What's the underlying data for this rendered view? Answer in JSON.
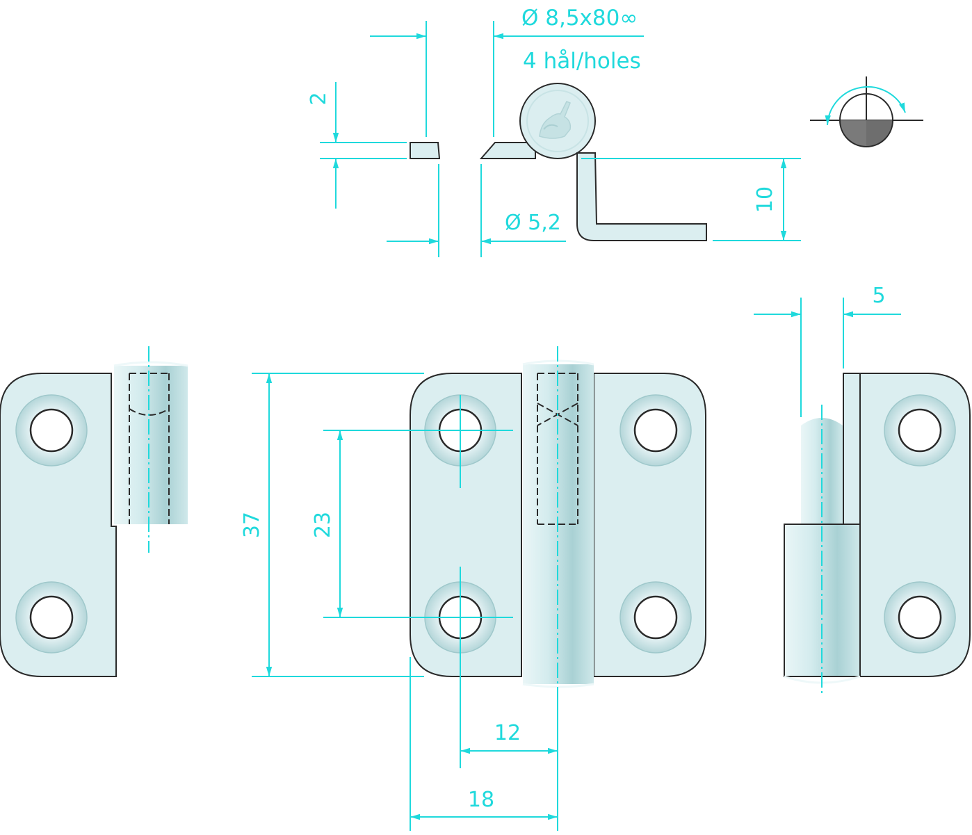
{
  "colors": {
    "dimension": "#1fd9dc",
    "outline": "#2a2a2a",
    "part_fill": "#dbeef0",
    "part_shade": "#b9d9dc",
    "marker_fill": "#6e6e6e"
  },
  "annotations": {
    "hole_spec": "Ø 8,5x80∞",
    "hole_count": "4 hål/holes",
    "thickness": "2",
    "hole_diameter": "Ø 5,2",
    "leaf_height": "10",
    "pin_offset": "5",
    "overall_height": "37",
    "hole_spacing": "23",
    "hole_to_axis": "12",
    "leaf_width": "18"
  },
  "views": [
    "side-section",
    "left-view",
    "front-view",
    "right-view"
  ],
  "icons": [
    "logo-icon",
    "rotation-direction-icon"
  ]
}
